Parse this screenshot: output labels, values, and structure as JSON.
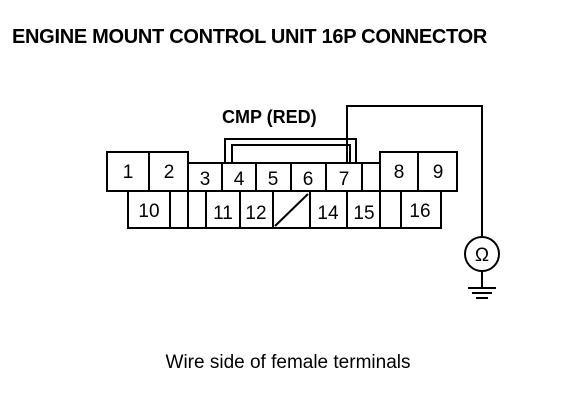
{
  "title": "ENGINE MOUNT CONTROL UNIT 16P CONNECTOR",
  "caption": "Wire side of female terminals",
  "jumper_label": "CMP (RED)",
  "meter_symbol": "Ω",
  "connector": {
    "top_pins": [
      "1",
      "2",
      "3",
      "4",
      "5",
      "6",
      "7",
      "8",
      "9"
    ],
    "bottom_pins": [
      "10",
      "11",
      "12",
      "14",
      "15",
      "16"
    ]
  },
  "icons": {
    "meter": "ohmmeter-icon",
    "ground": "ground-icon"
  }
}
